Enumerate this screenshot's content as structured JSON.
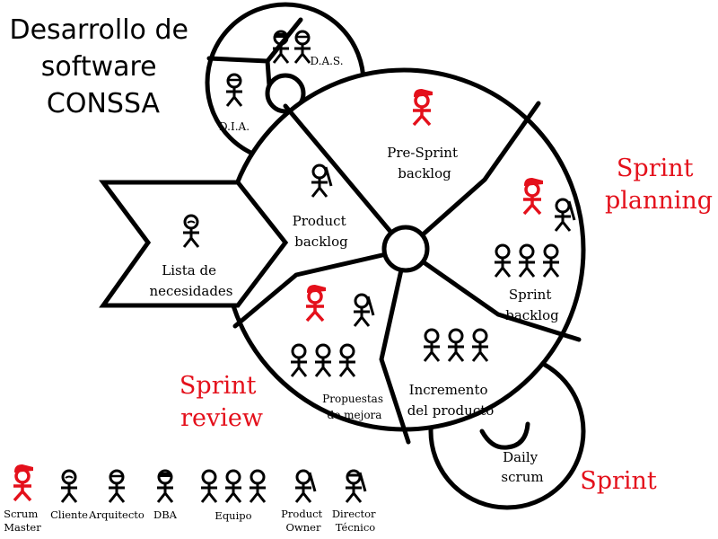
{
  "title": [
    "Desarrollo de",
    "software",
    "CONSSA"
  ],
  "colors": {
    "red": "#e4101b",
    "ink": "#000000",
    "background": "#ffffff"
  },
  "phases": {
    "planning": [
      "Sprint",
      "planning"
    ],
    "review": [
      "Sprint",
      "review"
    ],
    "sprint": "Sprint"
  },
  "sections": {
    "needs": [
      "Lista de",
      "necesidades"
    ],
    "product_backlog": [
      "Product",
      "backlog"
    ],
    "pre_sprint_backlog": [
      "Pre-Sprint",
      "backlog"
    ],
    "sprint_backlog": [
      "Sprint",
      "backlog"
    ],
    "increment": [
      "Incremento",
      "del producto"
    ],
    "improvements": [
      "Propuestas",
      "de mejora"
    ],
    "daily_scrum": [
      "Daily",
      "scrum"
    ],
    "dia": "D.I.A.",
    "das": "D.A.S."
  },
  "legend": [
    {
      "icon": "scrum-master-icon",
      "label": [
        "Scrum",
        "Master"
      ]
    },
    {
      "icon": "cliente-icon",
      "label": [
        "Cliente"
      ]
    },
    {
      "icon": "arquitecto-icon",
      "label": [
        "Arquitecto"
      ]
    },
    {
      "icon": "dba-icon",
      "label": [
        "DBA"
      ]
    },
    {
      "icon": "equipo-icon",
      "label": [
        "Equipo"
      ]
    },
    {
      "icon": "product-owner-icon",
      "label": [
        "Product",
        "Owner"
      ]
    },
    {
      "icon": "director-tecnico-icon",
      "label": [
        "Director",
        "Técnico"
      ]
    }
  ]
}
